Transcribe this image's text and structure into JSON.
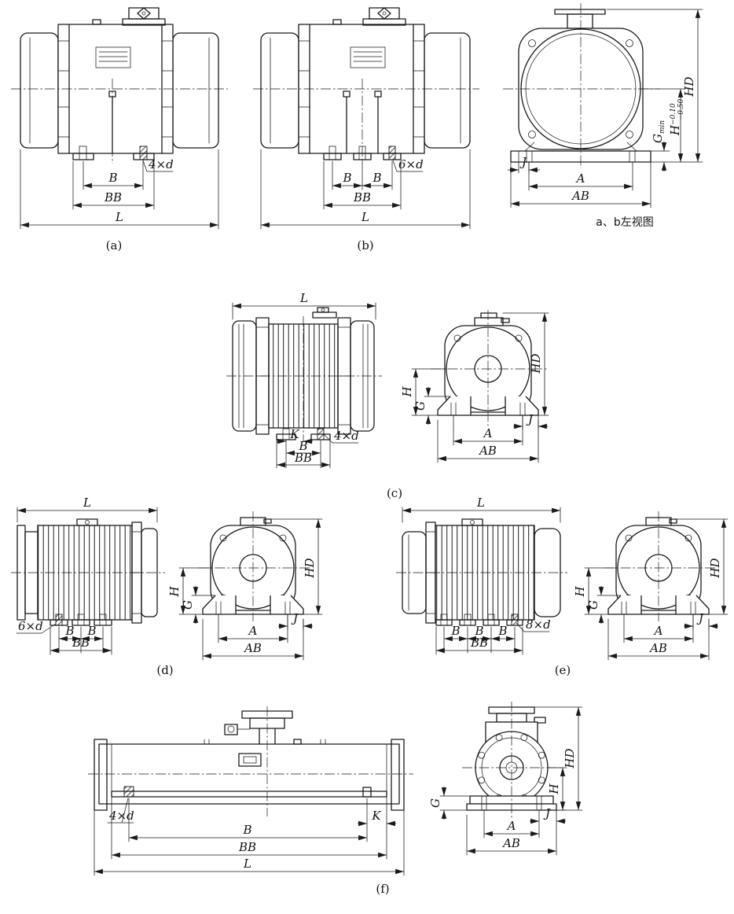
{
  "sheet": {
    "background": "#ffffff",
    "line_color": "#1a1a1a"
  },
  "labels": {
    "L": "L",
    "B": "B",
    "BB": "BB",
    "A": "A",
    "AB": "AB",
    "HD": "HD",
    "H": "H",
    "G": "G",
    "J": "J",
    "K": "K",
    "holes_4": "4×d",
    "holes_6": "6×d",
    "holes_8": "8×d",
    "g_min_base": "G",
    "g_min_sub": "min",
    "h_tol_base": "H",
    "h_tol_upper": "−0.10",
    "h_tol_lower": "−0.50"
  },
  "captions": {
    "a": "(a)",
    "b": "(b)",
    "c": "(c)",
    "d": "(d)",
    "e": "(e)",
    "f": "(f)"
  },
  "notes": {
    "ab_left_view": "a、b左视图"
  }
}
